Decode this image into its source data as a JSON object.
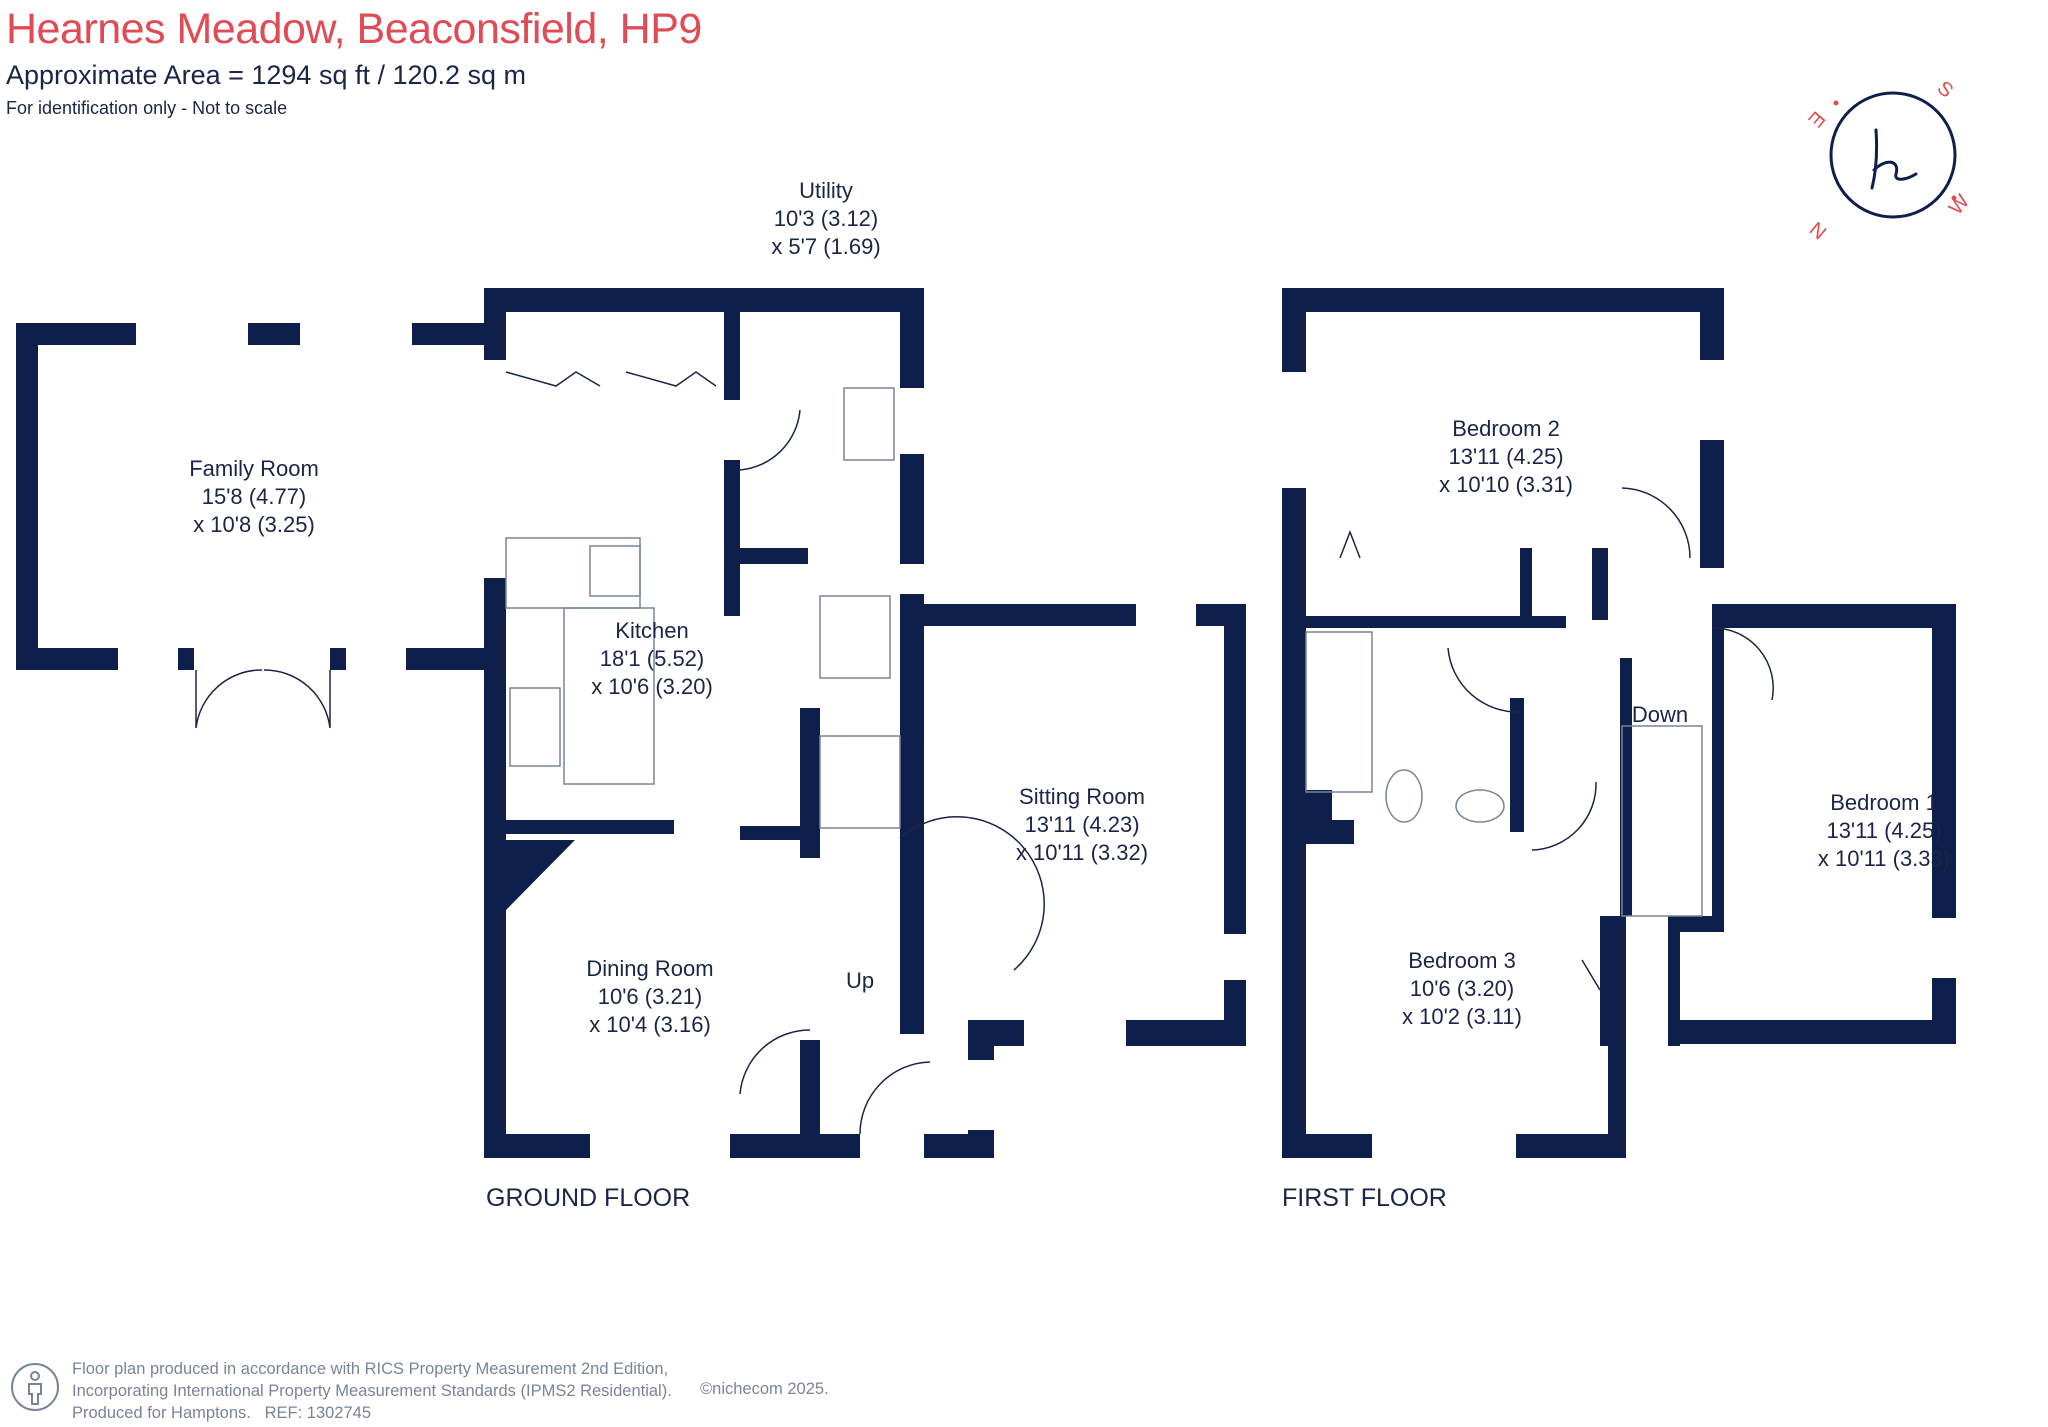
{
  "header": {
    "title": "Hearnes Meadow, Beaconsfield, HP9",
    "area": "Approximate Area = 1294 sq ft / 120.2 sq m",
    "note": "For identification only - Not to scale"
  },
  "compass": {
    "letters": [
      "S",
      "W",
      "N",
      "E"
    ]
  },
  "colors": {
    "wall": "#0f1f4b",
    "accent": "#e04b55",
    "text": "#1b2547",
    "muted": "#7a8499"
  },
  "ground_floor": {
    "label": "GROUND FLOOR",
    "rooms": {
      "family": {
        "name": "Family Room",
        "dim1": "15'8 (4.77)",
        "dim2": "x 10'8 (3.25)"
      },
      "utility": {
        "name": "Utility",
        "dim1": "10'3 (3.12)",
        "dim2": "x 5'7 (1.69)"
      },
      "kitchen": {
        "name": "Kitchen",
        "dim1": "18'1 (5.52)",
        "dim2": "x 10'6 (3.20)"
      },
      "sitting": {
        "name": "Sitting Room",
        "dim1": "13'11 (4.23)",
        "dim2": "x 10'11 (3.32)"
      },
      "dining": {
        "name": "Dining Room",
        "dim1": "10'6 (3.21)",
        "dim2": "x 10'4 (3.16)"
      }
    },
    "stairs_label": "Up"
  },
  "first_floor": {
    "label": "FIRST FLOOR",
    "rooms": {
      "bed2": {
        "name": "Bedroom 2",
        "dim1": "13'11 (4.25)",
        "dim2": "x 10'10 (3.31)"
      },
      "bed1": {
        "name": "Bedroom 1",
        "dim1": "13'11 (4.25)",
        "dim2": "x 10'11 (3.33)"
      },
      "bed3": {
        "name": "Bedroom 3",
        "dim1": "10'6 (3.20)",
        "dim2": "x 10'2 (3.11)"
      }
    },
    "stairs_label": "Down"
  },
  "footer": {
    "line1": "Floor plan produced in accordance with RICS Property Measurement 2nd Edition,",
    "line2": "Incorporating International Property Measurement Standards (IPMS2 Residential).",
    "line3a": "Produced for Hamptons.",
    "line3b": "REF:  1302745",
    "copyright": "©nichecom 2025."
  }
}
